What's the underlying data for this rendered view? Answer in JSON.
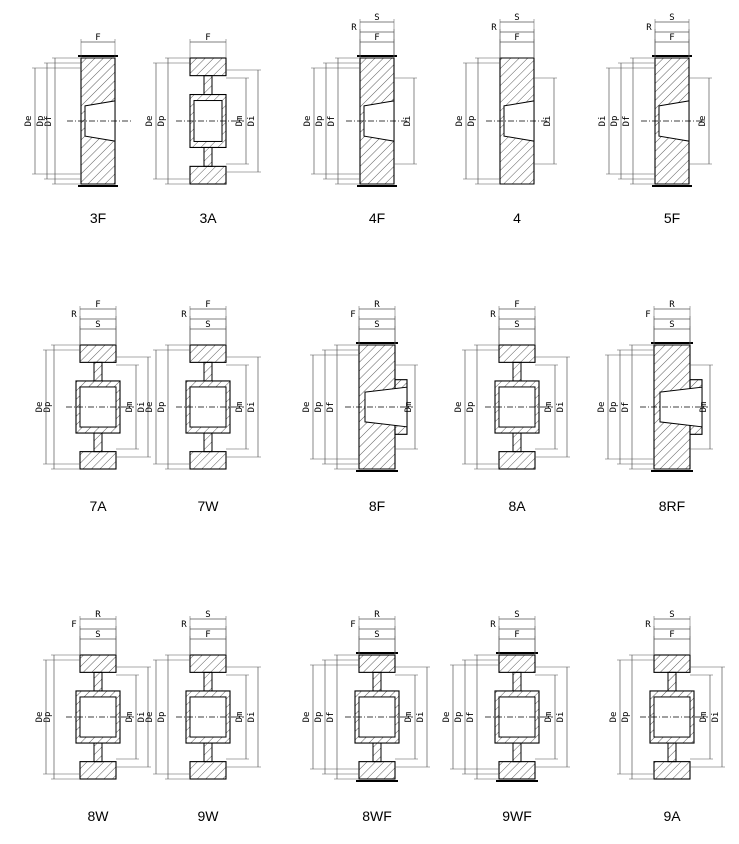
{
  "title": "",
  "diagrams": [
    {
      "label": "3F",
      "variant": "plate-flange",
      "flange": "both",
      "dims": {
        "top": [
          "F"
        ],
        "left": [
          "Df",
          "Dp",
          "De"
        ],
        "right": []
      }
    },
    {
      "label": "3A",
      "variant": "spoke",
      "flange": "none",
      "dims": {
        "top": [
          "F"
        ],
        "left": [
          "Dp",
          "De"
        ],
        "right": [
          "Dm",
          "Di"
        ]
      }
    },
    {
      "label": "4F",
      "variant": "plate-flange",
      "flange": "both",
      "dims": {
        "top": [
          "F",
          "R",
          "S"
        ],
        "left": [
          "Df",
          "Dp",
          "De"
        ],
        "right": [
          "Di"
        ]
      }
    },
    {
      "label": "4",
      "variant": "plate",
      "flange": "none",
      "dims": {
        "top": [
          "F",
          "R",
          "S"
        ],
        "left": [
          "Dp",
          "De"
        ],
        "right": [
          "Di"
        ]
      }
    },
    {
      "label": "5F",
      "variant": "plate-flange",
      "flange": "both",
      "dims": {
        "top": [
          "F",
          "R",
          "S"
        ],
        "left": [
          "Df",
          "Dp",
          "Di"
        ],
        "right": [
          "De"
        ]
      }
    },
    {
      "label": "7A",
      "variant": "spoke-hub",
      "flange": "none",
      "dims": {
        "top": [
          "S",
          "R",
          "F"
        ],
        "left": [
          "Dp",
          "De"
        ],
        "right": [
          "Dm",
          "Di"
        ]
      }
    },
    {
      "label": "7W",
      "variant": "spoke-hub",
      "flange": "none",
      "dims": {
        "top": [
          "S",
          "R",
          "F"
        ],
        "left": [
          "Dp",
          "De"
        ],
        "right": [
          "Dm",
          "Di"
        ]
      }
    },
    {
      "label": "8F",
      "variant": "plate-hub",
      "flange": "both",
      "dims": {
        "top": [
          "S",
          "F",
          "R"
        ],
        "left": [
          "Df",
          "Dp",
          "De"
        ],
        "right": [
          "Dm"
        ]
      }
    },
    {
      "label": "8A",
      "variant": "spoke-hub",
      "flange": "none",
      "dims": {
        "top": [
          "S",
          "R",
          "F"
        ],
        "left": [
          "Dp",
          "De"
        ],
        "right": [
          "Dm",
          "Di"
        ]
      }
    },
    {
      "label": "8RF",
      "variant": "plate-hub",
      "flange": "both",
      "dims": {
        "top": [
          "S",
          "F",
          "R"
        ],
        "left": [
          "Df",
          "Dp",
          "De"
        ],
        "right": [
          "Dm"
        ]
      }
    },
    {
      "label": "8W",
      "variant": "spoke-hub",
      "flange": "none",
      "dims": {
        "top": [
          "S",
          "F",
          "R"
        ],
        "left": [
          "Dp",
          "De"
        ],
        "right": [
          "Dm",
          "Di"
        ]
      }
    },
    {
      "label": "9W",
      "variant": "spoke-hub",
      "flange": "none",
      "dims": {
        "top": [
          "F",
          "R",
          "S"
        ],
        "left": [
          "Dp",
          "De"
        ],
        "right": [
          "Dm",
          "Di"
        ]
      }
    },
    {
      "label": "8WF",
      "variant": "spoke-hub",
      "flange": "both",
      "dims": {
        "top": [
          "S",
          "F",
          "R"
        ],
        "left": [
          "Df",
          "Dp",
          "De"
        ],
        "right": [
          "Dm",
          "Di"
        ]
      }
    },
    {
      "label": "9WF",
      "variant": "spoke-hub",
      "flange": "both",
      "dims": {
        "top": [
          "F",
          "R",
          "S"
        ],
        "left": [
          "Df",
          "Dp",
          "De"
        ],
        "right": [
          "Dm",
          "Di"
        ]
      }
    },
    {
      "label": "9A",
      "variant": "spoke-hub",
      "flange": "none",
      "dims": {
        "top": [
          "F",
          "R",
          "S"
        ],
        "left": [
          "Dp",
          "De"
        ],
        "right": [
          "Dm",
          "Di"
        ]
      }
    }
  ],
  "colors": {
    "line": "#000000",
    "dim": "#555555",
    "hatch": "#333333",
    "dash": "#000000"
  }
}
